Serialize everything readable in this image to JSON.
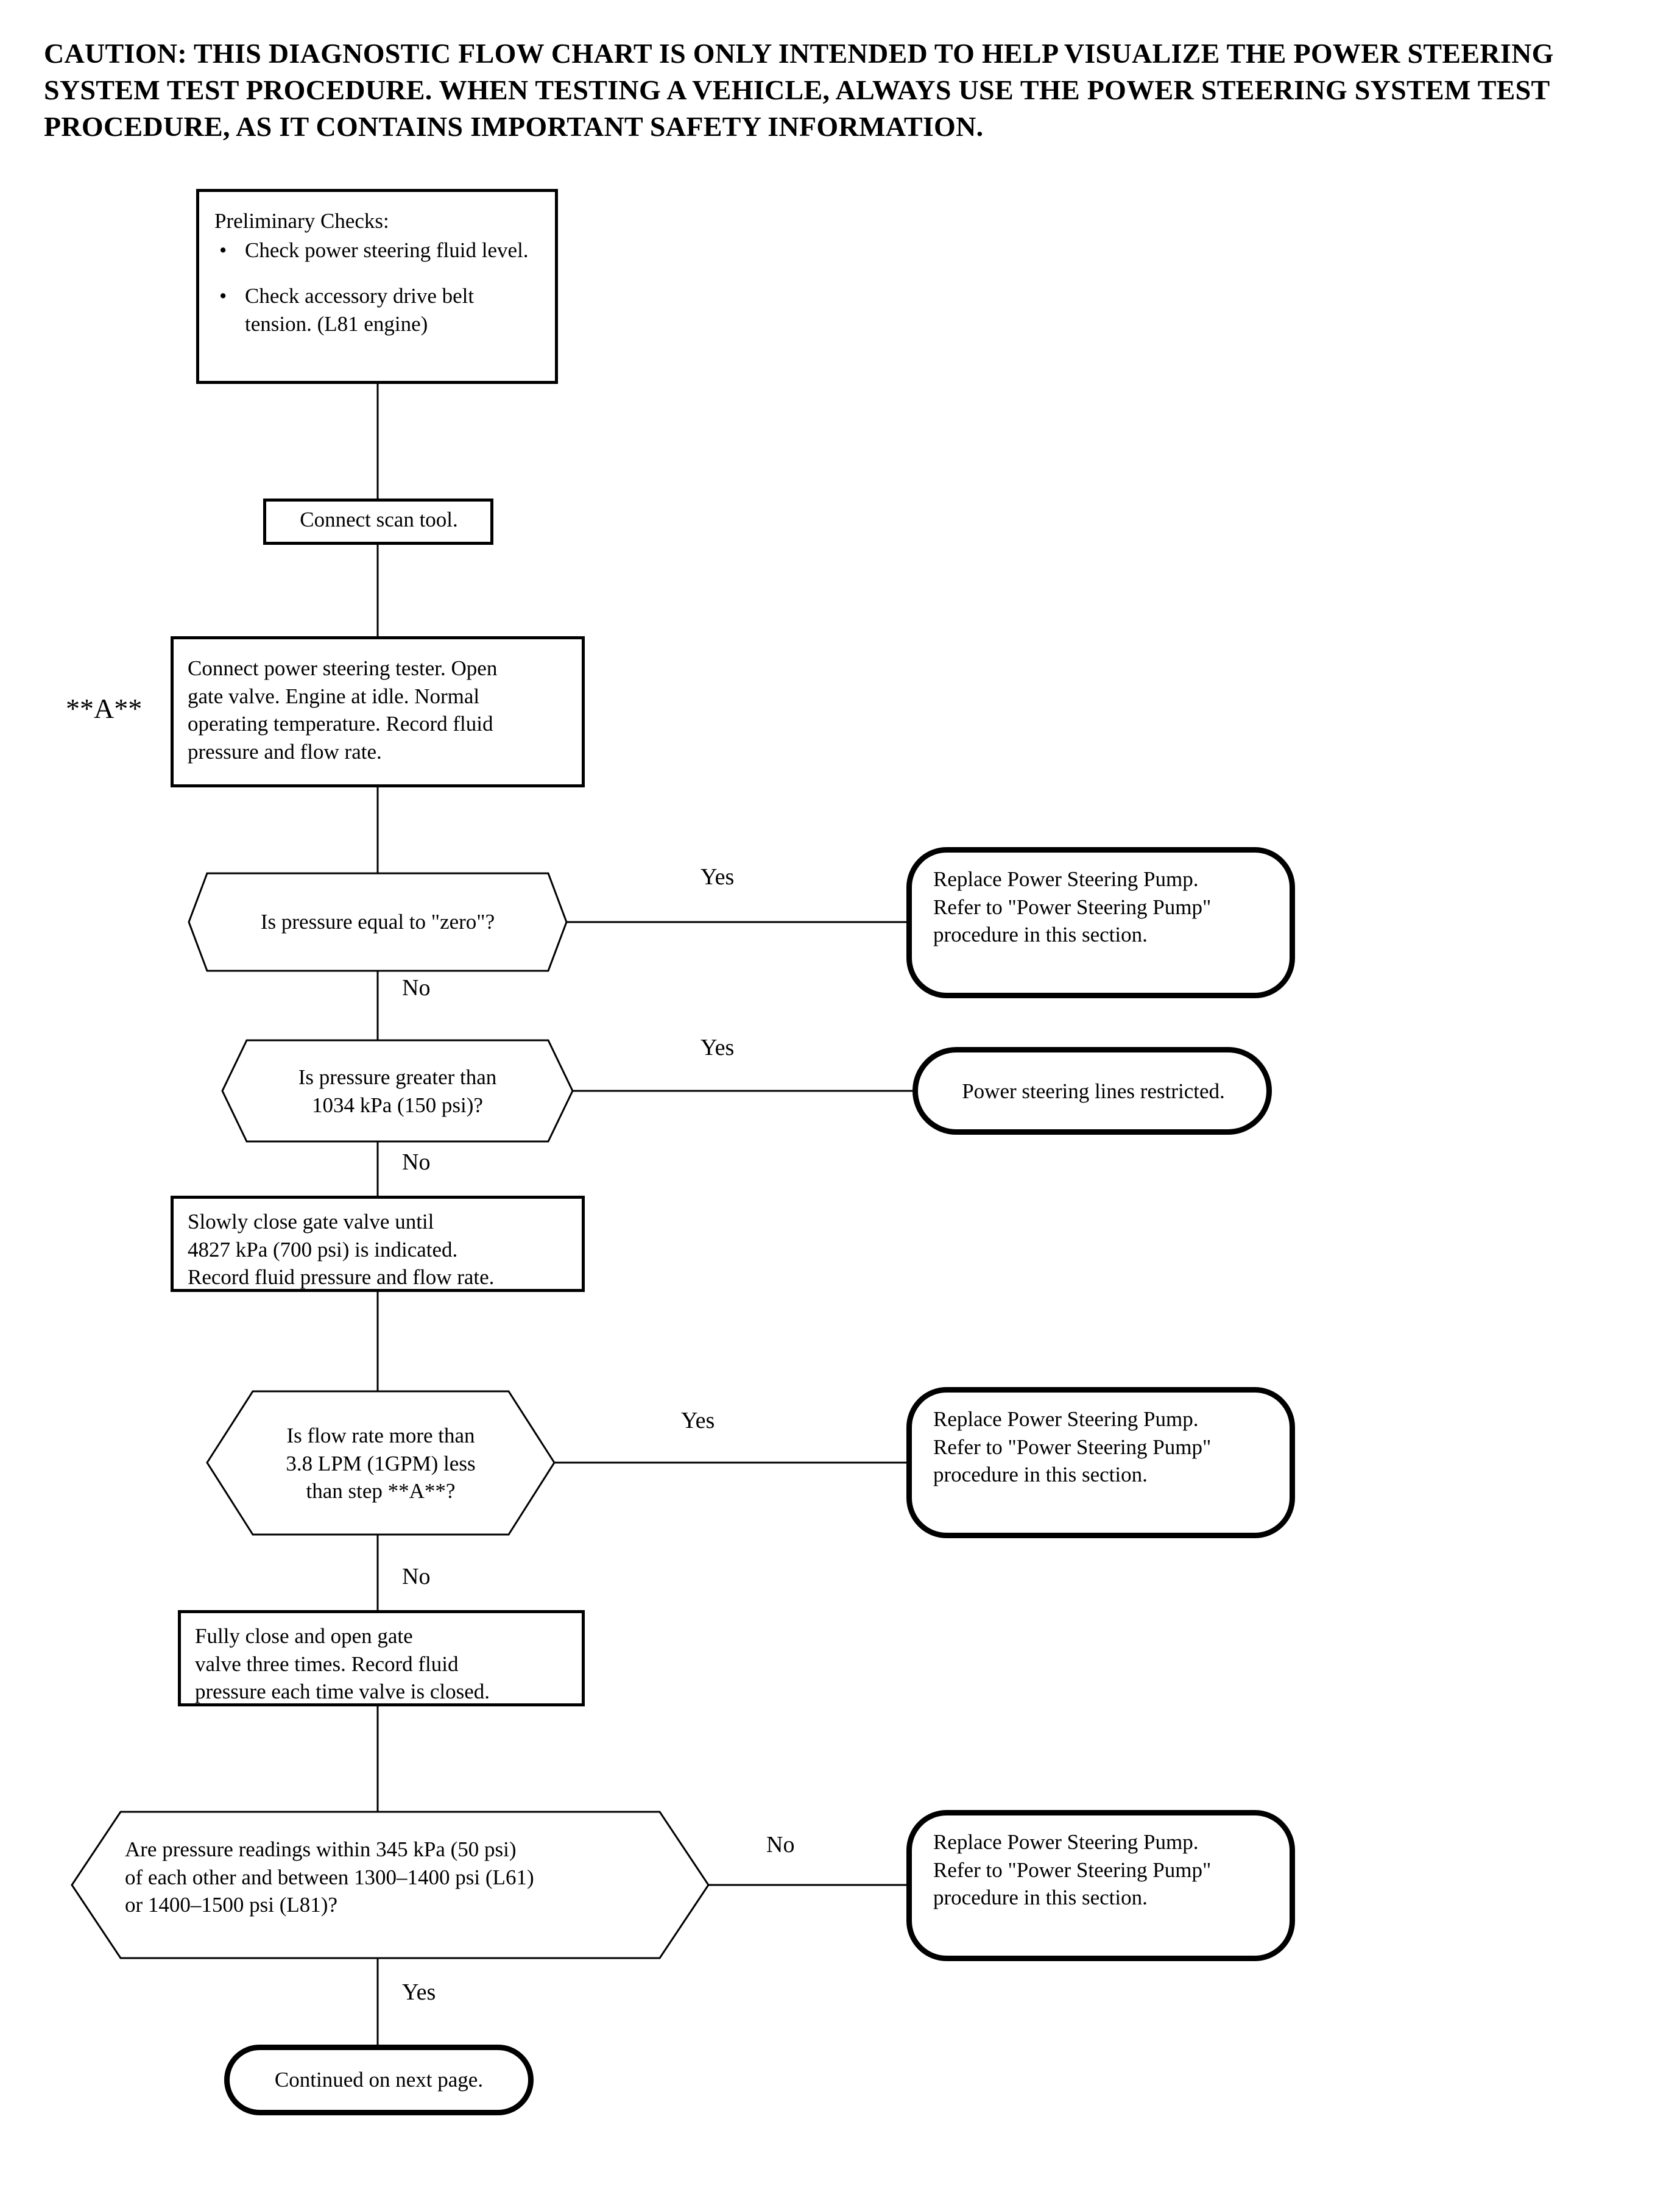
{
  "caution": {
    "text": "CAUTION:  THIS DIAGNOSTIC FLOW CHART IS ONLY INTENDED TO HELP VISUALIZE THE POWER STEERING SYSTEM TEST PROCEDURE. WHEN TESTING A VEHICLE, ALWAYS USE THE POWER STEERING SYSTEM TEST PROCEDURE, AS IT CONTAINS IMPORTANT SAFETY INFORMATION."
  },
  "step_markers": {
    "a": "**A**"
  },
  "bullet_glyph": "•",
  "nodes": {
    "preliminary_checks": {
      "type": "process",
      "heading": "Preliminary Checks:",
      "items": [
        "Check power steering fluid level.",
        "Check accessory drive belt tension. (L81 engine)"
      ]
    },
    "connect_scan_tool": {
      "type": "process",
      "text": "Connect scan tool."
    },
    "connect_tester": {
      "type": "process",
      "text": "Connect power steering tester. Open\ngate valve. Engine at idle. Normal\noperating temperature. Record fluid\npressure and flow rate."
    },
    "decision_pressure_zero": {
      "type": "decision",
      "text": "Is pressure equal to \"zero\"?"
    },
    "decision_pressure_gt_1034": {
      "type": "decision",
      "text": "Is pressure greater than\n1034 kPa (150 psi)?"
    },
    "close_gate_valve": {
      "type": "process",
      "text": "Slowly close gate valve until\n4827 kPa (700 psi) is indicated.\nRecord fluid pressure and flow rate."
    },
    "decision_flow_rate": {
      "type": "decision",
      "text": "Is flow rate more than\n3.8 LPM (1GPM) less\nthan step **A**?"
    },
    "cycle_gate_valve": {
      "type": "process",
      "text": "Fully close and open gate\nvalve three times. Record fluid\npressure each time valve is closed."
    },
    "decision_pressure_readings": {
      "type": "decision",
      "text": "Are pressure readings within 345 kPa (50 psi)\nof each other and between 1300–1400 psi (L61)\nor 1400–1500 psi (L81)?"
    },
    "replace_pump_1": {
      "type": "terminator",
      "text": "Replace Power Steering Pump.\nRefer to \"Power Steering Pump\"\nprocedure in this section."
    },
    "lines_restricted": {
      "type": "terminator",
      "text": "Power steering lines restricted."
    },
    "replace_pump_2": {
      "type": "terminator",
      "text": "Replace Power Steering Pump.\nRefer to \"Power Steering Pump\"\nprocedure in this section."
    },
    "replace_pump_3": {
      "type": "terminator",
      "text": "Replace Power Steering Pump.\nRefer to \"Power Steering Pump\"\nprocedure in this section."
    },
    "continued": {
      "type": "terminator",
      "text": "Continued on next page."
    }
  },
  "branch_labels": {
    "zero_yes": "Yes",
    "zero_no": "No",
    "gt1034_yes": "Yes",
    "gt1034_no": "No",
    "flow_yes": "Yes",
    "flow_no": "No",
    "readings_no": "No",
    "readings_yes": "Yes"
  }
}
